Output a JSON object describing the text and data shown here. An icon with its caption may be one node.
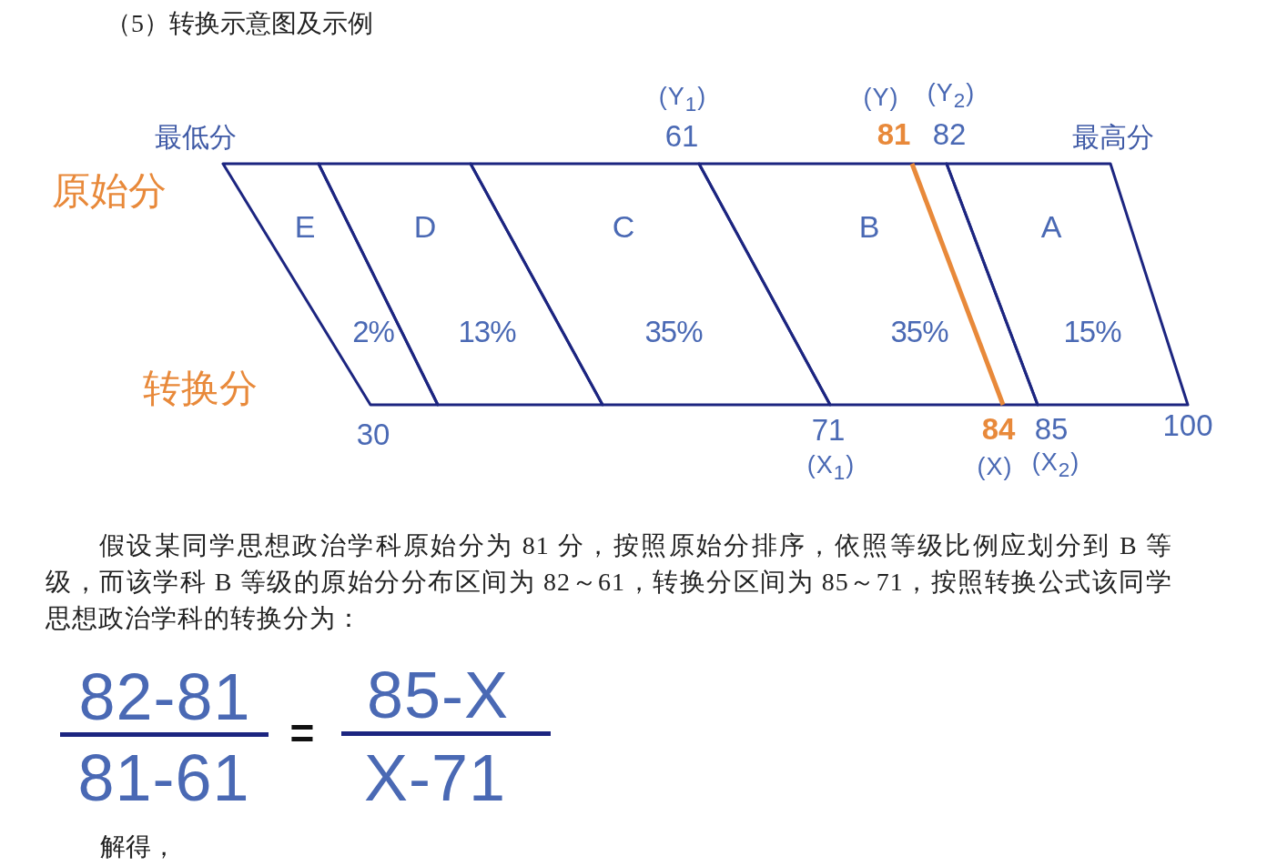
{
  "diagram": {
    "title": "（5）转换示意图及示例",
    "nodes": [
      {
        "text": [
          "E",
          "2%"
        ]
      },
      {
        "text": [
          "D",
          "13%"
        ]
      },
      {
        "text": [
          "C",
          "35%"
        ]
      },
      {
        "text": [
          "B",
          "35%"
        ]
      },
      {
        "text": [
          "A",
          "15%"
        ]
      }
    ],
    "labels": [
      "(Y$_{1}$)",
      "(Y)",
      "(Y$_{2}$)",
      "最低分",
      "61",
      "81",
      "82",
      "最高分",
      "原始分",
      "转换分",
      "30",
      "71",
      "84",
      "85",
      "100",
      "(X$_{1}$)",
      "(X)",
      "(X$_{2}$)",
      "假设某同学思想政治学科原始分为 81 分，按照原始分排序，依照等级比例应划分到 B 等级，而该学科 B 等级的原始分分布区间为 82～61，转换分区间为 85～71，按照转换公式该同学思想政治学科的转换分为：",
      "82-81",
      "=",
      "85-X",
      "81-61",
      "X-71",
      "解得，"
    ]
  }
}
